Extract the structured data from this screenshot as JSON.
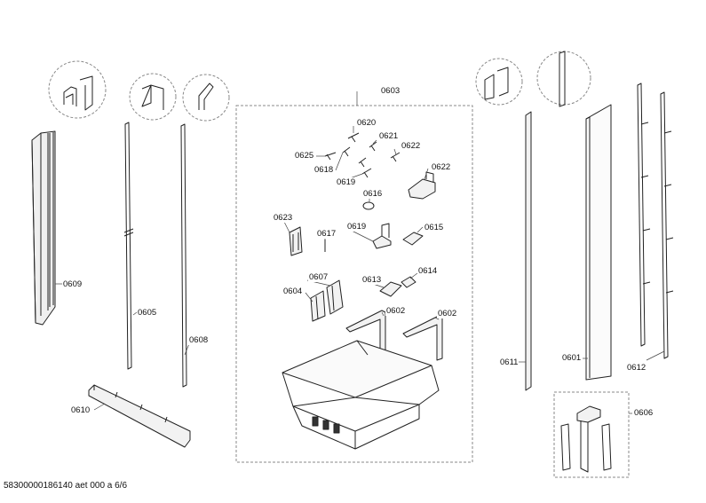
{
  "footer_text": "58300000186140 aet 000 a 6/6",
  "colors": {
    "line": "#222222",
    "leader": "#444444",
    "dash": "#888888",
    "fill": "#e9e9e9"
  },
  "parts": {
    "p0601": "0601",
    "p0602a": "0602",
    "p0602b": "0602",
    "p0603": "0603",
    "p0604": "0604",
    "p0605": "0605",
    "p0606": "0606",
    "p0607": "0607",
    "p0608": "0608",
    "p0609": "0609",
    "p0610": "0610",
    "p0611": "0611",
    "p0612": "0612",
    "p0613": "0613",
    "p0614": "0614",
    "p0615": "0615",
    "p0616": "0616",
    "p0617": "0617",
    "p0618": "0618",
    "p0619a": "0619",
    "p0619b": "0619",
    "p0620": "0620",
    "p0621": "0621",
    "p0622a": "0622",
    "p0622b": "0622",
    "p0623": "0623",
    "p0625": "0625"
  }
}
